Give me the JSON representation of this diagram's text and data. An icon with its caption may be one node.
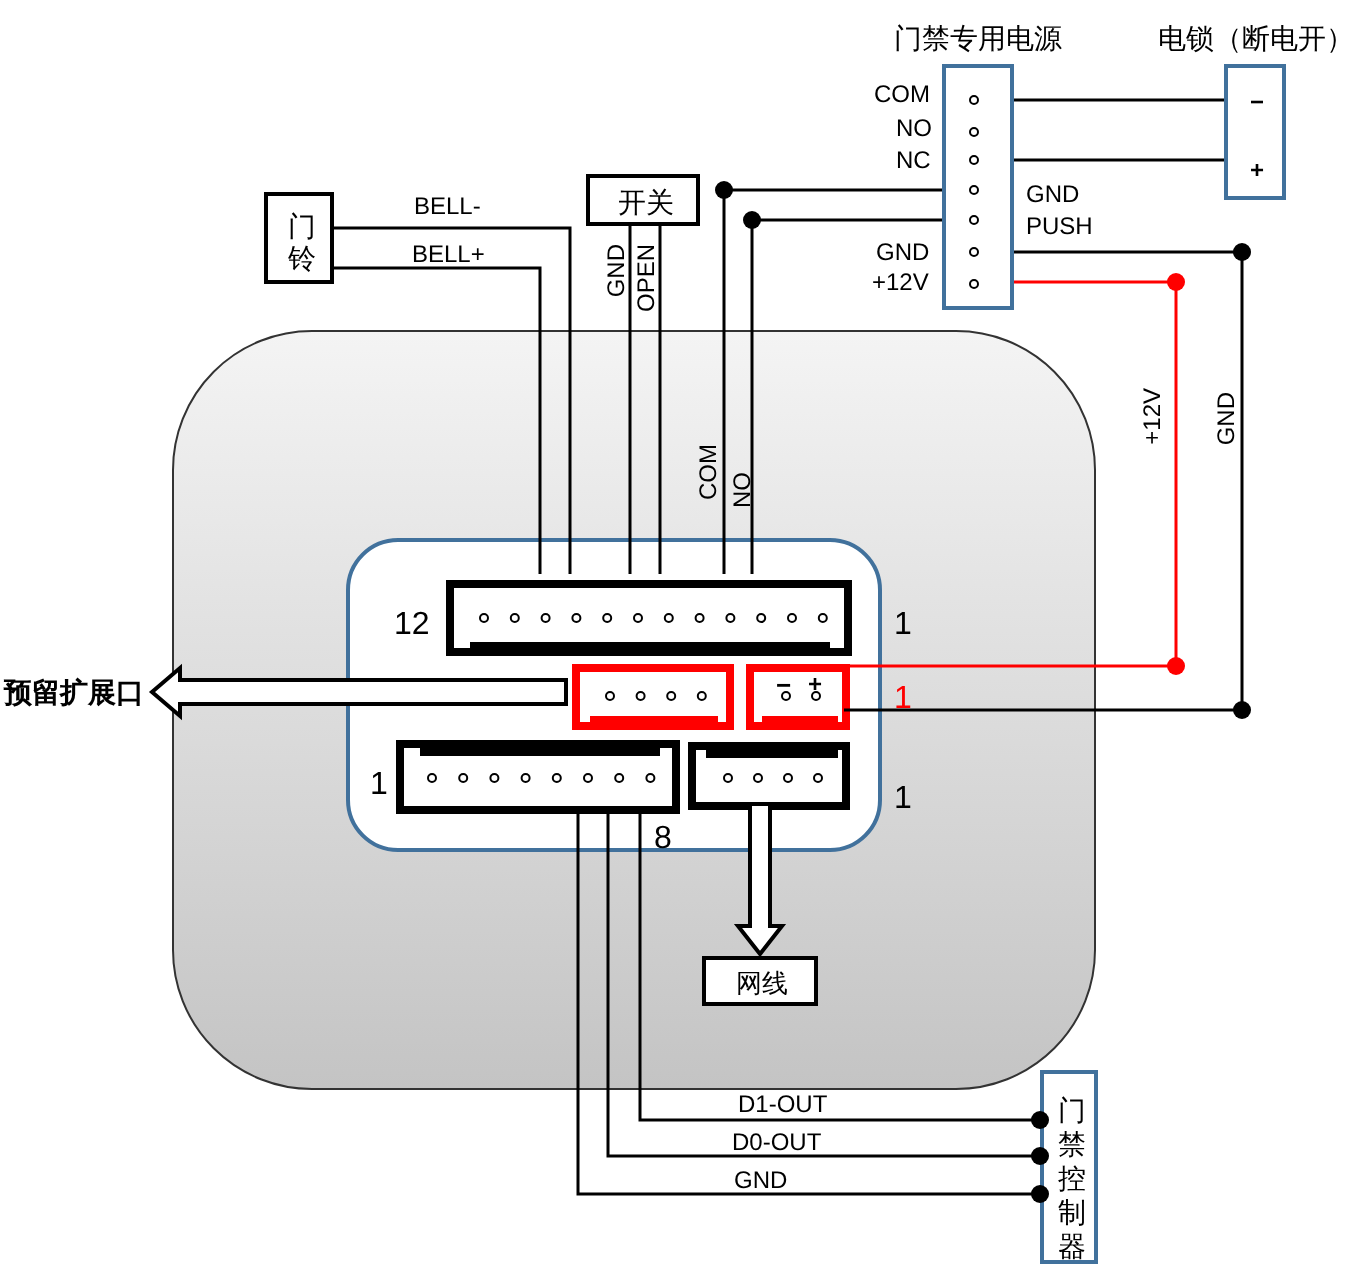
{
  "diagram": {
    "nodes": [
      {
        "text": [],
        "shape": "box"
      },
      {
        "text": [],
        "shape": "box",
        "in": 0
      },
      {
        "text": [],
        "shape": "box",
        "in": 1,
        "beside": [
          "12",
          "1"
        ]
      },
      {
        "text": [],
        "shape": "box",
        "in": 1
      },
      {
        "text": [
          "−",
          "+"
        ],
        "in": 1,
        "beside": [
          "1"
        ]
      },
      {
        "text": [],
        "shape": "box",
        "in": 1,
        "beside": [
          "1",
          "8"
        ]
      },
      {
        "text": [],
        "shape": "box",
        "in": 1,
        "beside": [
          "1"
        ]
      },
      {
        "text": [
          "门铃"
        ]
      },
      {
        "text": [
          "开关"
        ]
      },
      {
        "text": [
          "门禁专用电源"
        ],
        "beside": [
          "COM",
          "NO",
          "NC",
          "GND",
          "PUSH",
          "GND",
          "+12V"
        ]
      },
      {
        "text": [
          "电锁（断电开）",
          "−",
          "+"
        ]
      },
      {
        "text": [
          "网线"
        ],
        "in": 0
      },
      {
        "text": [
          "门禁控制器"
        ]
      },
      {
        "text": [
          "预留扩展口"
        ]
      }
    ],
    "edges": [
      {
        "from": 7,
        "to": 2,
        "arrow": "none",
        "label": "BELL-"
      },
      {
        "from": 7,
        "to": 2,
        "arrow": "none",
        "label": "BELL+"
      },
      {
        "from": 8,
        "to": 2,
        "arrow": "none",
        "label": "GND"
      },
      {
        "from": 8,
        "to": 2,
        "arrow": "none",
        "label": "OPEN"
      },
      {
        "from": 9,
        "to": 2,
        "arrow": "none",
        "label": "COM"
      },
      {
        "from": 9,
        "to": 2,
        "arrow": "none",
        "label": "NO"
      },
      {
        "from": 9,
        "to": 10,
        "arrow": "none"
      },
      {
        "from": 9,
        "to": 10,
        "arrow": "none"
      },
      {
        "from": 9,
        "to": 4,
        "arrow": "none",
        "label": "GND"
      },
      {
        "from": 9,
        "to": 4,
        "arrow": "none",
        "label": "+12V",
        "color": "#ff0000"
      },
      {
        "from": 3,
        "to": 13,
        "arrow": "to",
        "style": "thick"
      },
      {
        "from": 6,
        "to": 11,
        "arrow": "to",
        "style": "thick"
      },
      {
        "from": 5,
        "to": 12,
        "arrow": "other",
        "label": "D1-OUT"
      },
      {
        "from": 5,
        "to": 12,
        "arrow": "other",
        "label": "D0-OUT"
      },
      {
        "from": 5,
        "to": 12,
        "arrow": "other",
        "label": "GND"
      }
    ]
  }
}
